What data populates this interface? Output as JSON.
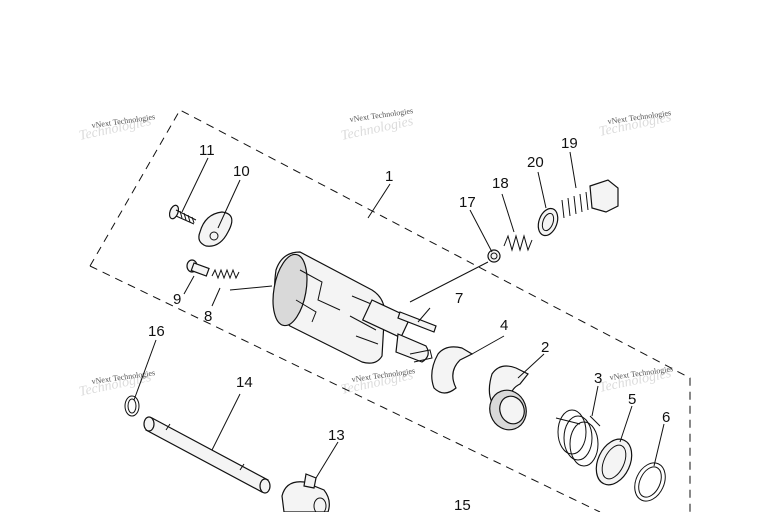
{
  "watermark": {
    "text": "vNext Technologies"
  },
  "callouts": [
    {
      "id": "1",
      "label": "1"
    },
    {
      "id": "2",
      "label": "2"
    },
    {
      "id": "3",
      "label": "3"
    },
    {
      "id": "4",
      "label": "4"
    },
    {
      "id": "5",
      "label": "5"
    },
    {
      "id": "6",
      "label": "6"
    },
    {
      "id": "7",
      "label": "7"
    },
    {
      "id": "8",
      "label": "8"
    },
    {
      "id": "9",
      "label": "9"
    },
    {
      "id": "10",
      "label": "10"
    },
    {
      "id": "11",
      "label": "11"
    },
    {
      "id": "13",
      "label": "13"
    },
    {
      "id": "14",
      "label": "14"
    },
    {
      "id": "15",
      "label": "15"
    },
    {
      "id": "16",
      "label": "16"
    },
    {
      "id": "17",
      "label": "17"
    },
    {
      "id": "18",
      "label": "18"
    },
    {
      "id": "19",
      "label": "19"
    },
    {
      "id": "20",
      "label": "20"
    }
  ]
}
